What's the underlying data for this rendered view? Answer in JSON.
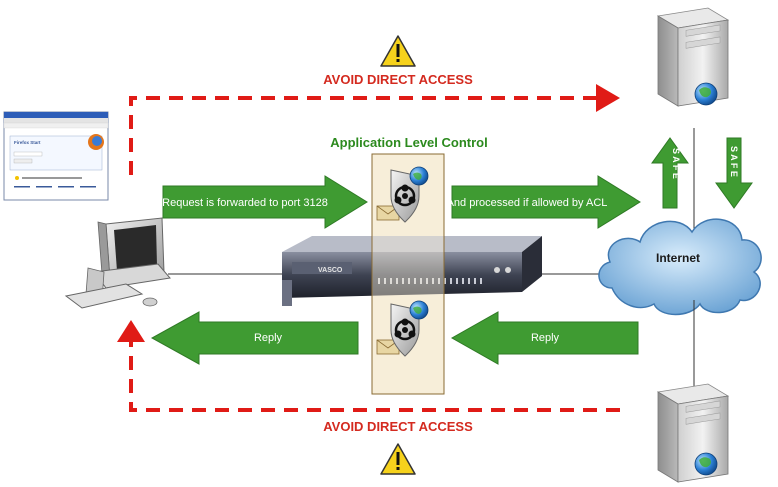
{
  "labels": {
    "top_warning": "AVOID DIRECT ACCESS",
    "bottom_warning": "AVOID DIRECT ACCESS",
    "control_title": "Application Level Control",
    "request_arrow": "Request is forwarded to port 3128",
    "processed_arrow": "And processed if allowed by ACL",
    "reply_left": "Reply",
    "reply_right": "Reply",
    "cloud": "Internet",
    "safe_up": "SAFE",
    "safe_down": "SAFE",
    "appliance_brand": "VASCO",
    "browser_title": "Firefox Start"
  },
  "colors": {
    "danger_red": "#e01b16",
    "arrow_green": "#3f9b32",
    "arrow_green_dark": "#2f7a25",
    "title_green": "#2c8a1e",
    "control_box_fill": "#f7eed9",
    "control_box_border": "#c9a96b",
    "cloud_blue": "#7fb1dc",
    "warning_yellow": "#f6d21c"
  },
  "icons": {
    "warning": "warning-triangle-icon",
    "server": "server-tower-icon",
    "globe": "globe-icon",
    "biohazard": "biohazard-shield-icon",
    "envelope": "envelope-icon",
    "computer": "desktop-computer-icon",
    "browser": "browser-window-icon",
    "appliance": "rack-appliance-icon"
  }
}
